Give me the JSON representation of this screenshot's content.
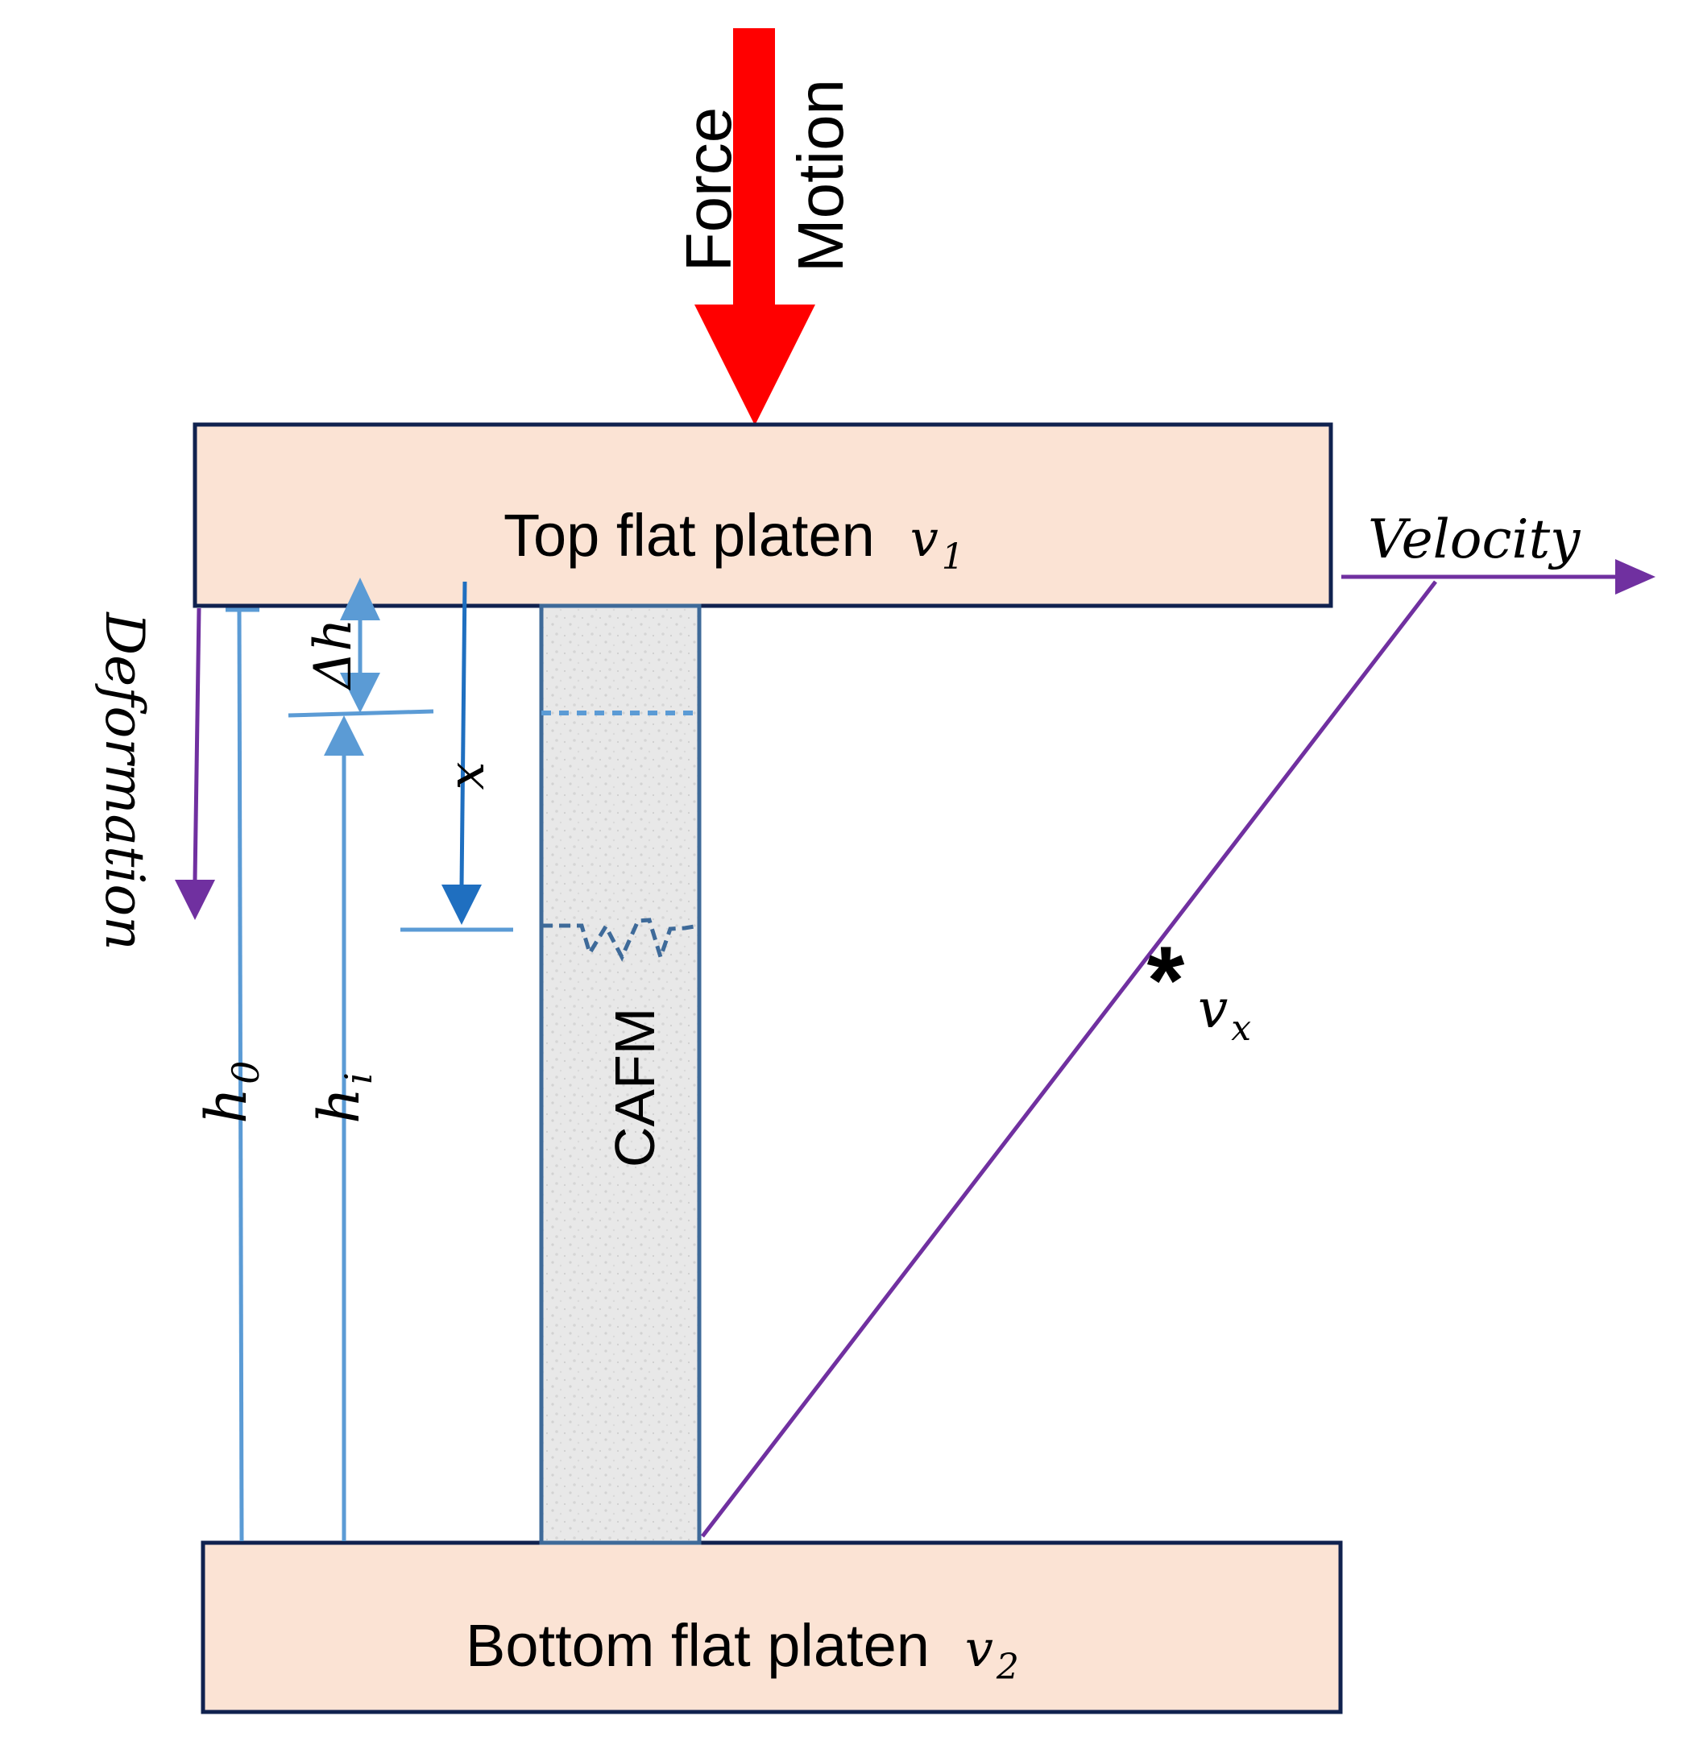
{
  "arrow_labels": {
    "force": "Force",
    "motion": "Motion"
  },
  "platens": {
    "top": {
      "label": "Top flat platen",
      "velocity_symbol": "v",
      "velocity_subscript": "1"
    },
    "bottom": {
      "label": "Bottom flat platen",
      "velocity_symbol": "v",
      "velocity_subscript": "2"
    }
  },
  "annotations": {
    "deformation": "Deformation",
    "velocity": "Velocity",
    "delta_h": "Δh",
    "x": "x",
    "h0_symbol": "h",
    "h0_subscript": "0",
    "hi_symbol": "h",
    "hi_subscript": "i",
    "vx_symbol": "v",
    "vx_subscript": "x",
    "asterisk": "*"
  },
  "specimen": {
    "label": "CAFM"
  },
  "colors": {
    "force_arrow": "#ff0000",
    "platen_fill": "#fbe3d4",
    "platen_border": "#10224f",
    "specimen_fill": "#e6e6e6",
    "specimen_border": "#3e6a99",
    "dimension_light": "#5b9bd5",
    "dimension_dark": "#1f6fc0",
    "purple": "#7030a0",
    "text": "#000000"
  }
}
